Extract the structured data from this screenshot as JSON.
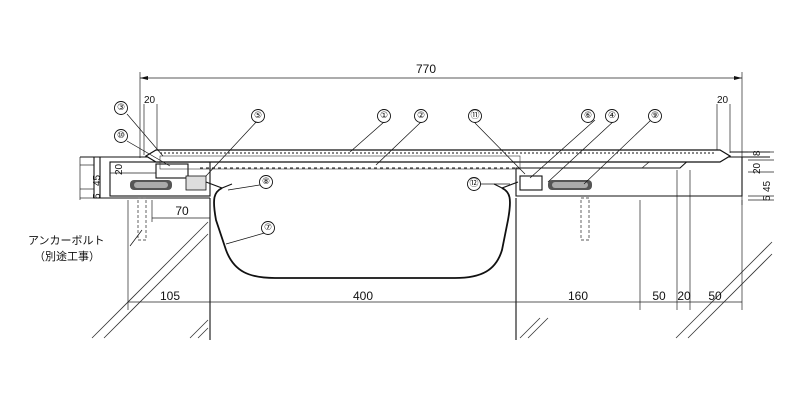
{
  "dimensions": {
    "overall": "770",
    "top_left": "20",
    "top_right": "20",
    "left_5": "5",
    "left_45": "45",
    "left_20": "20",
    "gap_70": "70",
    "bottom_105": "105",
    "bottom_400": "400",
    "bottom_160": "160",
    "bottom_50a": "50",
    "bottom_20": "20",
    "bottom_50b": "50",
    "right_8": "8",
    "right_20": "20",
    "right_45": "45",
    "right_5": "5"
  },
  "callouts": [
    "①",
    "②",
    "③",
    "④",
    "⑤",
    "⑥",
    "⑦",
    "⑧",
    "⑨",
    "⑩",
    "⑪",
    "⑫"
  ],
  "anchor_note": {
    "line1": "アンカーボルト",
    "line2": "（別途工事）"
  }
}
